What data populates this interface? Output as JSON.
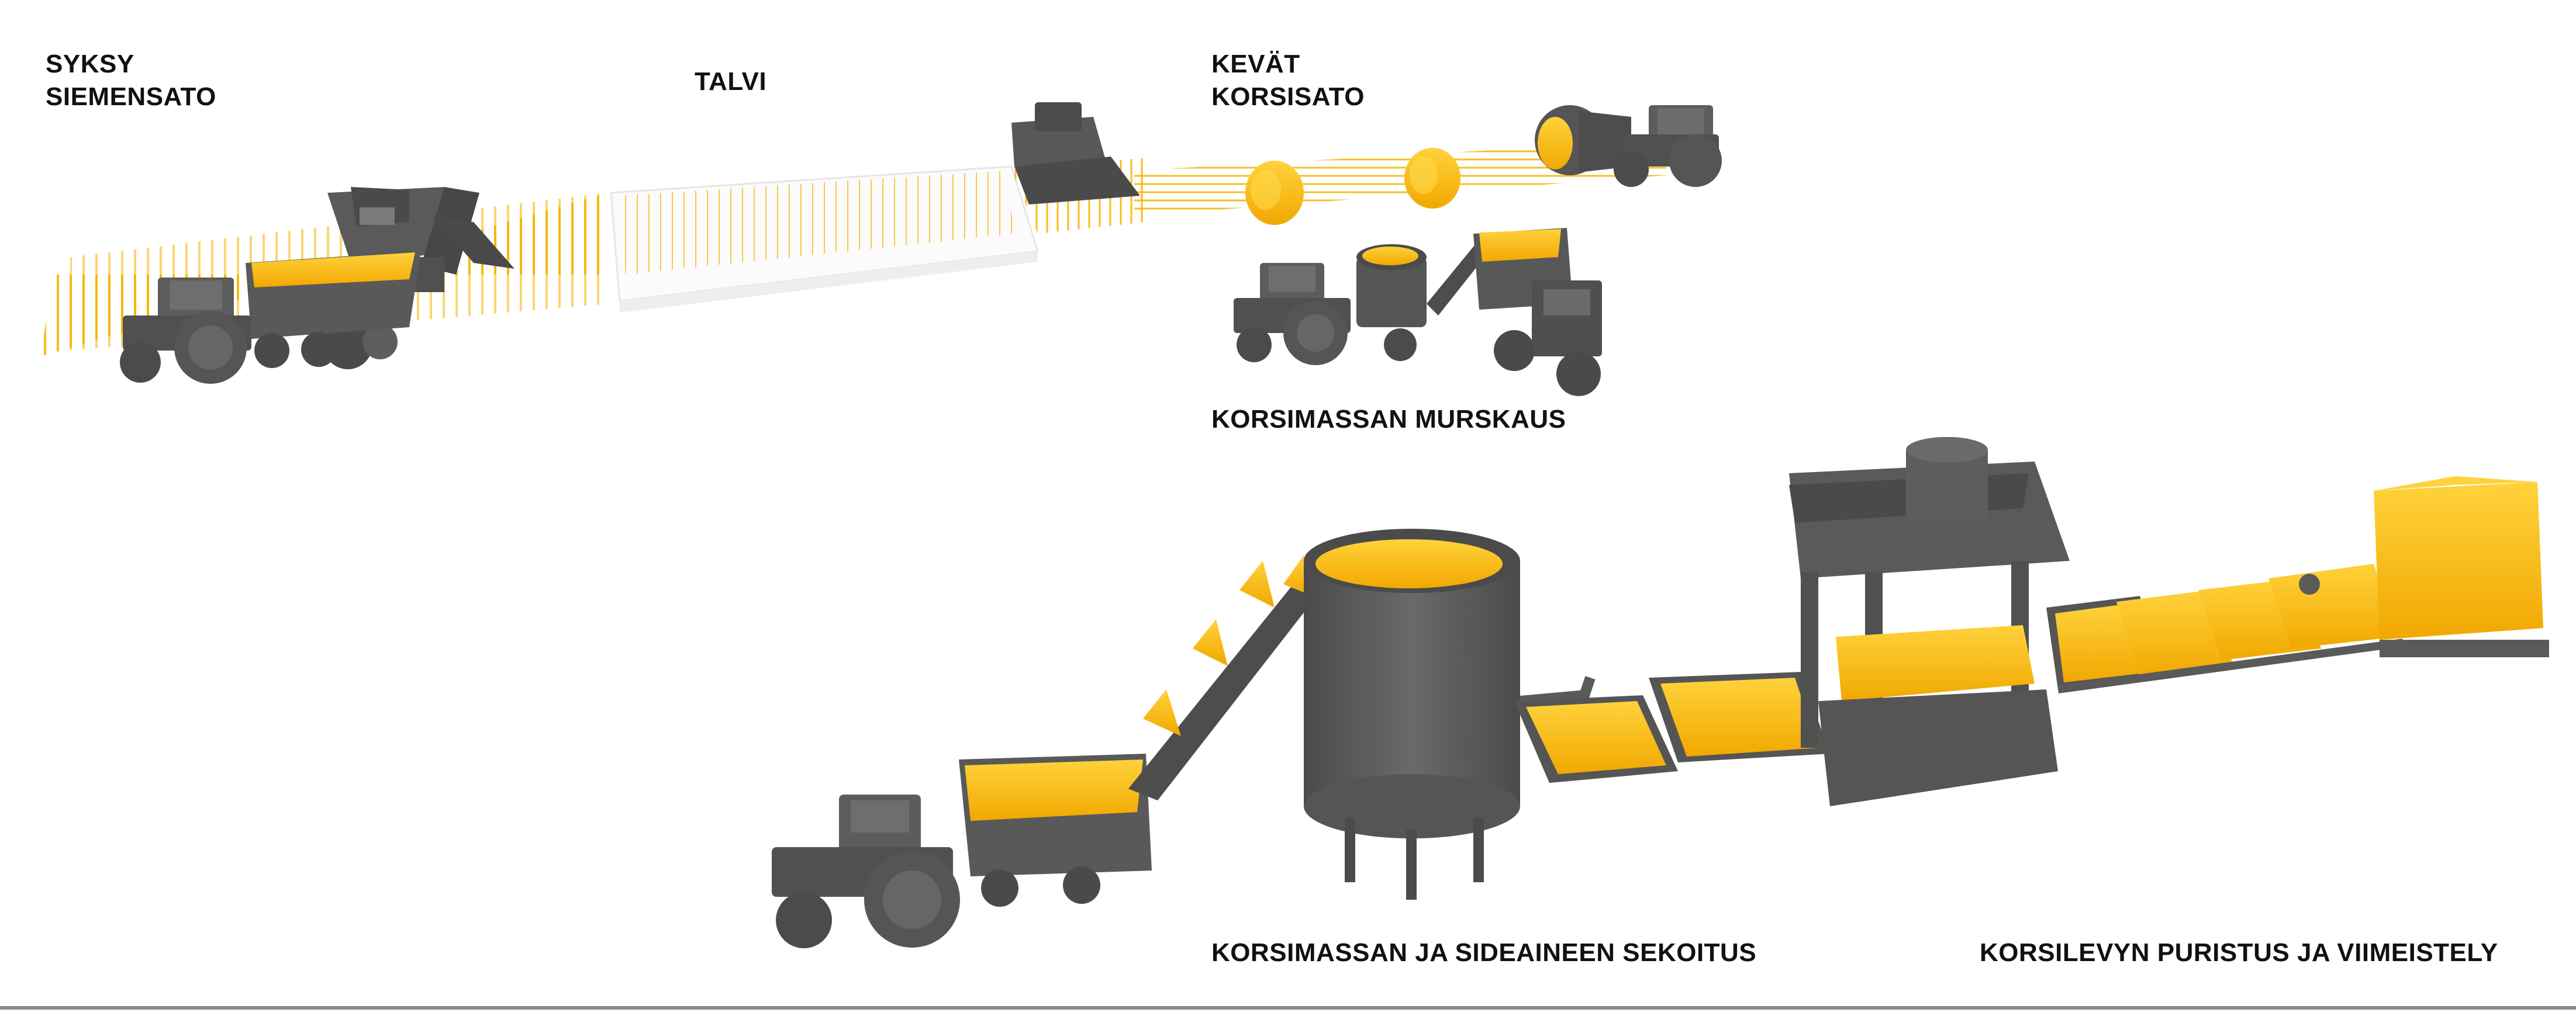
{
  "labels": {
    "autumn": {
      "line1": "SYKSY",
      "line2": "SIEMENSATO"
    },
    "winter": {
      "line1": "TALVI"
    },
    "spring": {
      "line1": "KEVÄT",
      "line2": "KORSISATO"
    },
    "crushing": {
      "line1": "KORSIMASSAN MURSKAUS"
    },
    "mixing": {
      "line1": "KORSIMASSAN JA SIDEAINEEN SEKOITUS"
    },
    "pressing": {
      "line1": "KORSILEVYN PURISTUS JA VIIMEISTELY"
    }
  },
  "colors": {
    "machine": "#5a5a5a",
    "machine_dark": "#454545",
    "machine_light": "#6e6e6e",
    "straw": "#f6b400",
    "straw_light": "#ffd23c",
    "snow": "#fbfbfb",
    "shadow": "#ececec"
  },
  "icons": [
    "combine-harvester-icon",
    "tractor-icon",
    "round-baler-icon",
    "hay-bale-icon",
    "crusher-icon",
    "mixing-tank-icon",
    "screw-conveyor-icon",
    "hydraulic-press-icon",
    "board-stack-icon"
  ]
}
